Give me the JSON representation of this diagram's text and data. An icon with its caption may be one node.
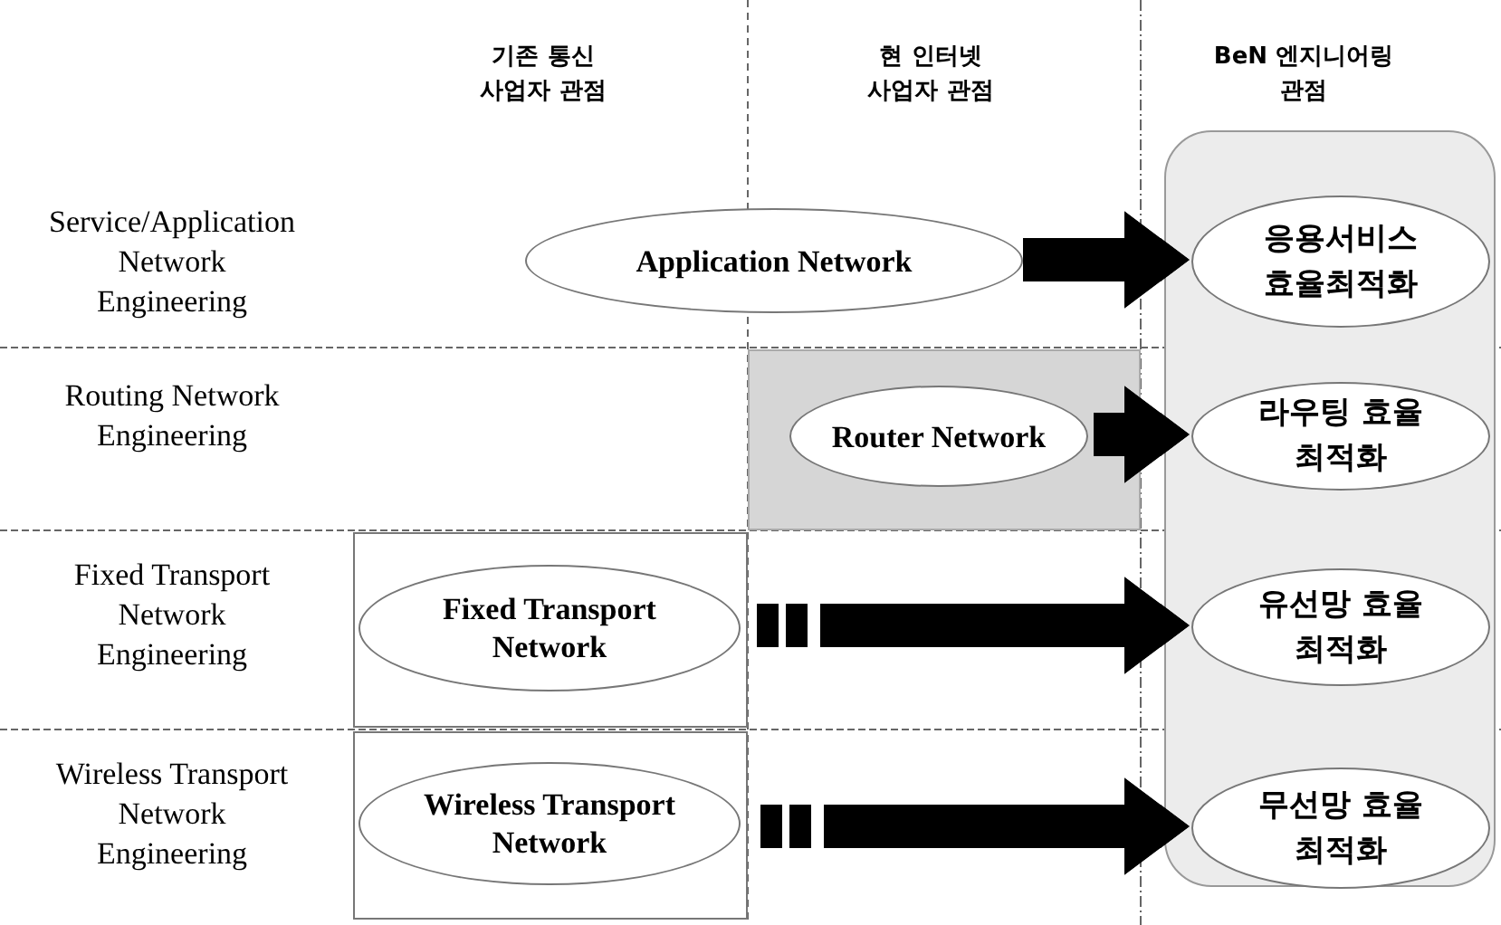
{
  "diagram": {
    "nodes": [
      {
        "text": [
          "Application Network"
        ]
      },
      {
        "text": [],
        "shape": "box"
      },
      {
        "text": [
          "Router Network"
        ],
        "in": 1
      },
      {
        "text": [],
        "shape": "box"
      },
      {
        "text": [
          "Fixed Transport Network"
        ],
        "in": 3
      },
      {
        "text": [],
        "shape": "box"
      },
      {
        "text": [
          "Wireless Transport Network"
        ],
        "in": 5
      },
      {
        "text": [],
        "shape": "box"
      },
      {
        "text": [
          "응용서비스 효율최적화"
        ],
        "in": 7
      },
      {
        "text": [
          "라우팅 효율 최적화"
        ],
        "in": 7
      },
      {
        "text": [
          "유선망 효율 최적화"
        ],
        "in": 7
      },
      {
        "text": [
          "무선망 효율 최적화"
        ],
        "in": 7
      }
    ],
    "edges": [
      {
        "from": 0,
        "to": 8,
        "arrow": "to"
      },
      {
        "from": 2,
        "to": 9,
        "arrow": "to"
      },
      {
        "from": 4,
        "to": 10,
        "arrow": "to"
      },
      {
        "from": 6,
        "to": 11,
        "arrow": "to"
      }
    ],
    "labels": [
      "기존 통신 사업자 관점",
      "현 인터넷 사업자 관점",
      "BeN 엔지니어링 관점",
      "Service/Application Network Engineering",
      "Routing Network Engineering",
      "Fixed Transport Network Engineering",
      "Wireless Transport Network Engineering"
    ]
  }
}
